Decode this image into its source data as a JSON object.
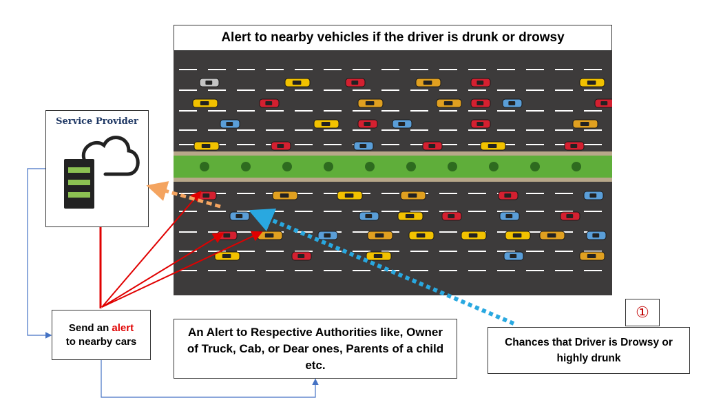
{
  "title": "Alert to nearby vehicles if the driver is drunk or drowsy",
  "service_provider": {
    "label": "Service Provider",
    "icon": "server-cloud-icon"
  },
  "alert_box": {
    "prefix": "Send an ",
    "highlight": "alert",
    "suffix": "to nearby cars"
  },
  "authorities_box": {
    "text": "An Alert to Respective Authorities like, Owner of Truck, Cab, or Dear ones, Parents of a child etc."
  },
  "chances_box": {
    "text": "Chances that Driver is Drowsy or highly drunk"
  },
  "badge": {
    "text": "①"
  },
  "colors": {
    "road": "#3d3b3b",
    "grass": "#5fae3a",
    "alert_red": "#e00000",
    "orange_arrow": "#f4a460",
    "blue_arrow": "#29a8e0",
    "connector_blue": "#4472c4",
    "server_green": "#8cc152"
  }
}
